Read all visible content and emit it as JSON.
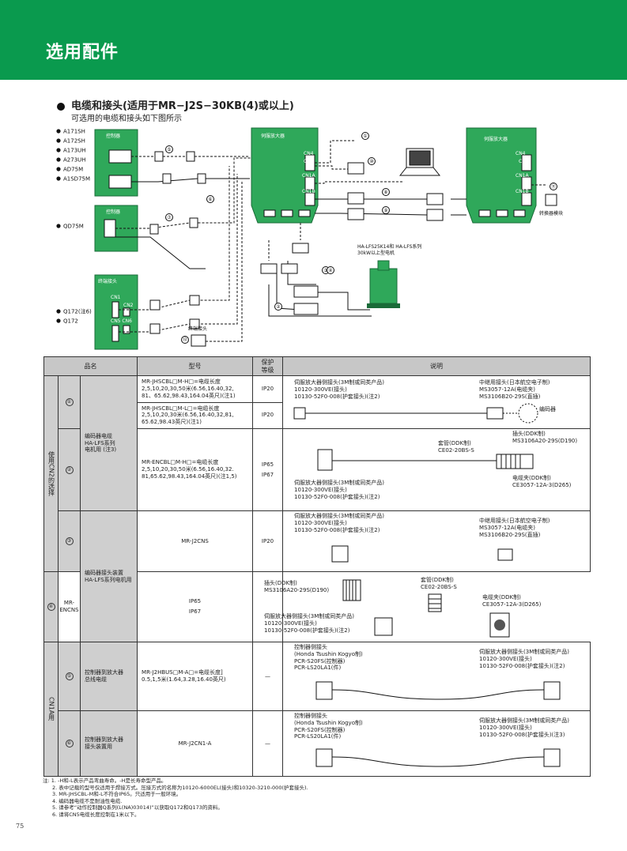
{
  "header": {
    "title": "选用配件"
  },
  "section": {
    "title": "电缆和接头(适用于MR−J2S−30KB(4)或以上)",
    "subtitle": "可选用的电缆和接头如下图所示"
  },
  "diagram": {
    "controllers_a": [
      "A171SH",
      "A172SH",
      "A173UH",
      "A273UH",
      "AD75M",
      "A1SD75M"
    ],
    "controller_qd": "QD75M",
    "controllers_q": [
      "Q172(注6)",
      "Q172"
    ],
    "controller_label": "控制器",
    "terminal_label": "终端接头",
    "terminal_connector_label": "终端接头",
    "amp_label": "伺服放大器",
    "converter_label": "转换器模块",
    "motor_label": "HA-LFS25K14和 HA-LFS系列\n30kW以上型电机",
    "ports": {
      "cn4": "CN4",
      "cn3": "CN3",
      "cn1a": "CN1A",
      "cn1b": "CN1B",
      "cn2": "CN2",
      "cn5": "CN5",
      "cn1": "CN1",
      "cn6": "CN6"
    },
    "markers": [
      "①",
      "②",
      "③",
      "④",
      "⑤",
      "⑥",
      "⑦",
      "⑧",
      "⑨",
      "⑩",
      "⑪",
      "⑫"
    ]
  },
  "table": {
    "headers": {
      "name": "品名",
      "model": "型号",
      "protection": "保护\n等级",
      "desc": "说明"
    },
    "group1": "使用CN2的选择",
    "group2": "CN1A用",
    "rows": [
      {
        "no": "①",
        "name": "编码器电缆\nHA-LFS系列\n电机用 (注3)",
        "model_a": "MR-JHSCBL□M-H□=电缆长度\n2,5,10,20,30,50米(6.56,16.40,32,\n81、65.62,98.43,164.04英尺)(注1)",
        "ip_a": "IP20",
        "model_b": "MR-JHSCBL□M-L□=电缆长度\n2,5,10,20,30米(6.56,16.40,32,81,\n65.62,98.43英尺)(注1)",
        "ip_b": "IP20",
        "desc_left": "伺服放大器侧接头(3M制或同类产品)\n10120-300VE(接头)\n10130-52F0-008(护套接头)(注2)",
        "desc_right": "中继用接头(日本航空电子制)\nMS3057-12A(电缆夹)\nMS3106B20-29S(直插)",
        "desc_encoder": "编码器"
      },
      {
        "no": "②",
        "model": "MR-ENCBL□M-H□=电缆长度\n2,5,10,20,30,50米(6.56,16.40,32.\n81,65.62,98.43,164.04英尺)(注1,5)",
        "ip": "IP65\nIP67",
        "desc_plug": "插头(DDK制)\nMS3106A20-29S(D190)",
        "desc_sleeve": "套管(DDK制)\nCE02-20BS-S",
        "desc_clamp": "电缆夹(DDK制)\nCE3057-12A-3(D265)",
        "desc_amp": "伺服放大器侧接头(3M制或同类产品)\n10120-300VE(接头)\n10130-52F0-008(护套接头)(注2)"
      },
      {
        "no": "③",
        "name": "编码器接头装置\nHA-LFS系列电机用",
        "model": "MR-J2CNS",
        "ip": "IP20",
        "desc_left": "伺服放大器侧接头(3M制或同类产品)\n10120-300VE(接头)\n10130-52F0-008(护套接头)(注2)",
        "desc_right": "中继用接头(日本航空电子制)\nMS3057-12A(电缆夹)\nMS3106B20-29S(直插)"
      },
      {
        "no": "④",
        "model": "MR-ENCNS",
        "ip": "IP65\nIP67",
        "desc_plug": "插头(DDK制)\nMS3106A20-29S(D190)",
        "desc_sleeve": "套管(DDK制)\nCE02-20BS-S",
        "desc_clamp": "电缆夹(DDK制)\nCE3057-12A-3(D265)",
        "desc_amp": "伺服放大器侧接头(3M制或同类产品)\n10120-300VE(接头)\n10130-52F0-008(护套接头)(注2)"
      },
      {
        "no": "⑤",
        "name": "控制器到放大器\n总线电缆",
        "model": "MR-J2HBUS□M-A□=电缆长度]\n0.5,1,5米(1.64,3.28,16.40英尺)",
        "ip": "—",
        "desc_left": "控制器侧接头\n(Honda Tsushin Kogyo制)\nPCR-S20FS(控制器)\nPCR-LS20LA1(件)",
        "desc_right": "伺服放大器侧接头(3M制或同类产品)\n10120-300VE(接头)\n10130-52F0-008(护套接头)(注2)"
      },
      {
        "no": "⑥",
        "name": "控制器到放大器\n接头装置用",
        "model": "MR-J2CN1-A",
        "ip": "—",
        "desc_left": "控制器侧接头\n(Honda Tsushin Kogyo制)\nPCR-S20FS(控制器)\nPCR-LS20LA1(件)",
        "desc_right": "伺服放大器侧接头(3M制或同类产品)\n10120-300VE(接头)\n10130-52F0-008(护套接头)(注3)"
      }
    ]
  },
  "notes": [
    "注: 1. -H和-L表示产品弯曲寿命。-H是长寿命型产品。",
    "2. 表中记载的型号仅适用于焊接方式。压接方式的名称为10120-6000EL(接头)和10320-3210-000(护套接头).",
    "3. MR-JHSCBL-M和-L不符合IP65。只适用于一般环境。",
    "4. 编码器电缆不是耐油性电缆.",
    "5. 请参考“动作控制器Q系列(L(NA)03014)”以获取Q172和Q173的资料。",
    "6. 请将CN5电缆长度控制在1米以下。"
  ],
  "page_number": "75",
  "colors": {
    "header": "#0a9a4e",
    "box_green": "#2fa85a",
    "table_head": "#c7c7c7"
  }
}
